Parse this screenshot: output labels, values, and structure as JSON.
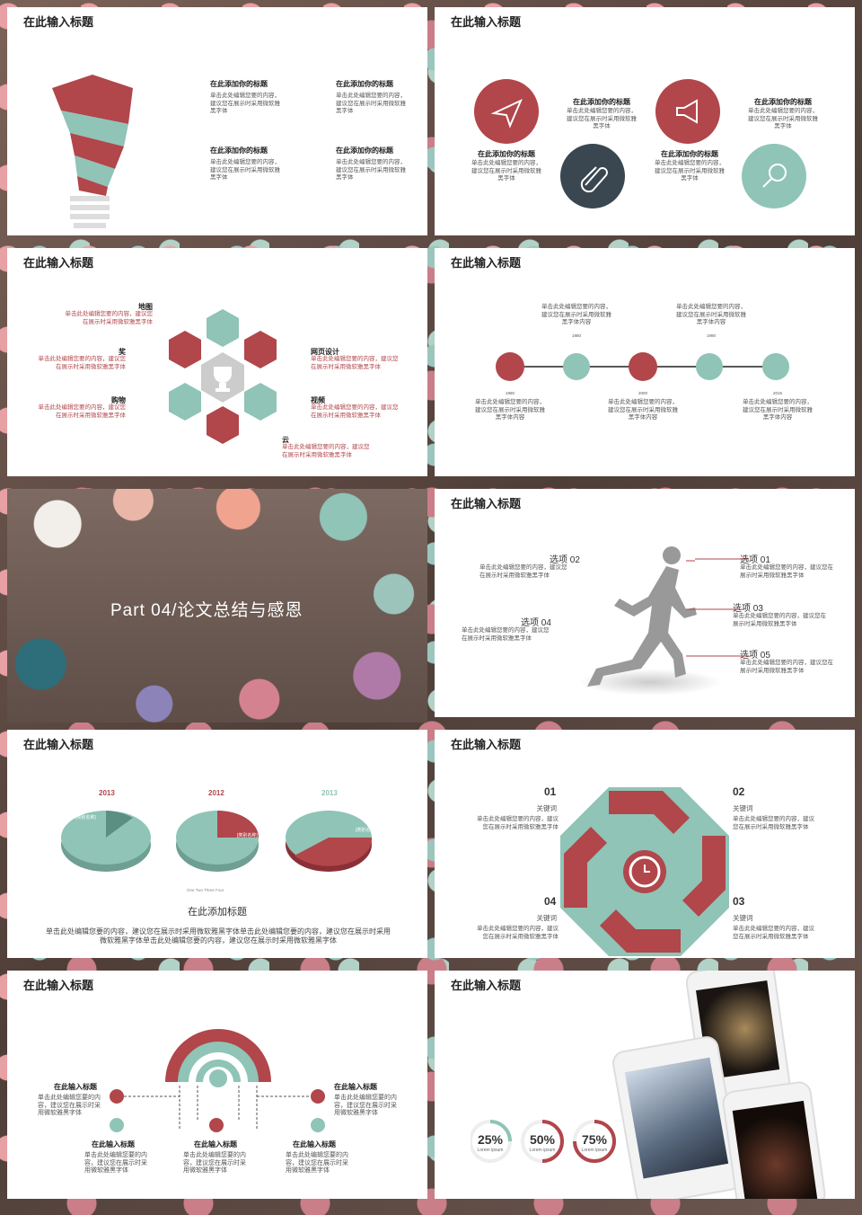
{
  "slide_title": "在此输入标题",
  "s1": {
    "items": [
      {
        "title": "在此添加你的标题",
        "desc": "单击此处编辑您要的内容，建议您在展示时采用微软雅黑字体"
      },
      {
        "title": "在此添加你的标题",
        "desc": "单击此处编辑您要的内容，建议您在展示时采用微软雅黑字体"
      },
      {
        "title": "在此添加你的标题",
        "desc": "单击此处编辑您要的内容，建议您在展示时采用微软雅黑字体"
      },
      {
        "title": "在此添加你的标题",
        "desc": "单击此处编辑您要的内容，建议您在展示时采用微软雅黑字体"
      }
    ]
  },
  "s2": {
    "items": [
      {
        "title": "在此添加你的标题",
        "desc": "单击此处编辑您要的内容，建议您在展示时采用微软雅黑字体"
      },
      {
        "title": "在此添加你的标题",
        "desc": "单击此处编辑您要的内容，建议您在展示时采用微软雅黑字体"
      },
      {
        "title": "在此添加你的标题",
        "desc": "单击此处编辑您要的内容，建议您在展示时采用微软雅黑字体"
      },
      {
        "title": "在此添加你的标题",
        "desc": "单击此处编辑您要的内容，建议您在展示时采用微软雅黑字体"
      }
    ],
    "icons": [
      "paper-plane-icon",
      "paperclip-icon",
      "megaphone-icon",
      "search-icon"
    ]
  },
  "s3": {
    "items": [
      {
        "title": "地图",
        "desc": "单击此处编辑您要的内容，建议您在展示时采用微软雅黑字体"
      },
      {
        "title": "奖",
        "desc": "单击此处编辑您要的内容，建议您在展示时采用微软雅黑字体"
      },
      {
        "title": "购物",
        "desc": "单击此处编辑您要的内容，建议您在展示时采用微软雅黑字体"
      },
      {
        "title": "网页设计",
        "desc": "单击此处编辑您要的内容，建议您在展示时采用微软雅黑字体"
      },
      {
        "title": "视频",
        "desc": "单击此处编辑您要的内容，建议您在展示时采用微软雅黑字体"
      },
      {
        "title": "云",
        "desc": "单击此处编辑您要的内容，建议您在展示时采用微软雅黑字体"
      }
    ]
  },
  "s4": {
    "top": [
      {
        "desc": "单击此处编辑您要的内容，建议您在展示时采用微软雅黑字体内容",
        "year": "1980"
      },
      {
        "desc": "单击此处编辑您要的内容，建议您在展示时采用微软雅黑字体内容",
        "year": "1990"
      }
    ],
    "bottom": [
      {
        "desc": "单击此处编辑您要的内容，建议您在展示时采用微软雅黑字体内容",
        "year": "1980"
      },
      {
        "desc": "单击此处编辑您要的内容，建议您在展示时采用微软雅黑字体内容",
        "year": "2000"
      },
      {
        "desc": "单击此处编辑您要的内容，建议您在展示时采用微软雅黑字体内容",
        "year": "2015"
      }
    ]
  },
  "s5": {
    "title": "Part 04/论文总结与感恩"
  },
  "s6": {
    "options": [
      {
        "label": "选项 02",
        "desc": "单击此处编辑您要的内容，建议您在展示时采用微软雅黑字体"
      },
      {
        "label": "选项 04",
        "desc": "单击此处编辑您要的内容，建议您在展示时采用微软雅黑字体"
      },
      {
        "label": "选项 01",
        "desc": "单击此处编辑您要的内容，建议您在展示时采用微软雅黑字体"
      },
      {
        "label": "选项 03",
        "desc": "单击此处编辑您要的内容，建议您在展示时采用微软雅黑字体"
      },
      {
        "label": "选项 05",
        "desc": "单击此处编辑您要的内容，建议您在展示时采用微软雅黑字体"
      }
    ]
  },
  "s7": {
    "years": [
      "2013",
      "2012",
      "2013"
    ],
    "slice_label": "[类别名称]",
    "legend": [
      "One",
      "Two",
      "Three",
      "Four"
    ],
    "subtitle": "在此添加标题",
    "body": "单击此处编辑您要的内容，建议您在展示时采用微软雅黑字体单击此处编辑您要的内容，建议您在展示时采用微软雅黑字体单击此处编辑您要的内容，建议您在展示时采用微软雅黑字体"
  },
  "s8": {
    "items": [
      {
        "num": "01",
        "kw": "关键词",
        "desc": "单击此处编辑您要的内容，建议您在展示时采用微软雅黑字体"
      },
      {
        "num": "02",
        "kw": "关键词",
        "desc": "单击此处编辑您要的内容，建议您在展示时采用微软雅黑字体"
      },
      {
        "num": "04",
        "kw": "关键词",
        "desc": "单击此处编辑您要的内容，建议您在展示时采用微软雅黑字体"
      },
      {
        "num": "03",
        "kw": "关键词",
        "desc": "单击此处编辑您要的内容，建议您在展示时采用微软雅黑字体"
      }
    ]
  },
  "s9": {
    "items": [
      {
        "title": "在此输入标题",
        "desc": "单击此处编辑您要的内容，建议您在展示时采用微软雅黑字体"
      },
      {
        "title": "在此输入标题",
        "desc": "单击此处编辑您要的内容，建议您在展示时采用微软雅黑字体"
      },
      {
        "title": "在此输入标题",
        "desc": "单击此处编辑您要的内容，建议您在展示时采用微软雅黑字体"
      },
      {
        "title": "在此输入标题",
        "desc": "单击此处编辑您要的内容，建议您在展示时采用微软雅黑字体"
      },
      {
        "title": "在此输入标题",
        "desc": "单击此处编辑您要的内容，建议您在展示时采用微软雅黑字体"
      }
    ]
  },
  "s10": {
    "stats": [
      {
        "value": "25%",
        "label": "Lorem ipsum"
      },
      {
        "value": "50%",
        "label": "Lorem ipsum"
      },
      {
        "value": "75%",
        "label": "Lorem ipsum"
      }
    ]
  },
  "colors": {
    "red": "#b1464b",
    "green": "#8fc4b7",
    "dark": "#3a4750"
  }
}
